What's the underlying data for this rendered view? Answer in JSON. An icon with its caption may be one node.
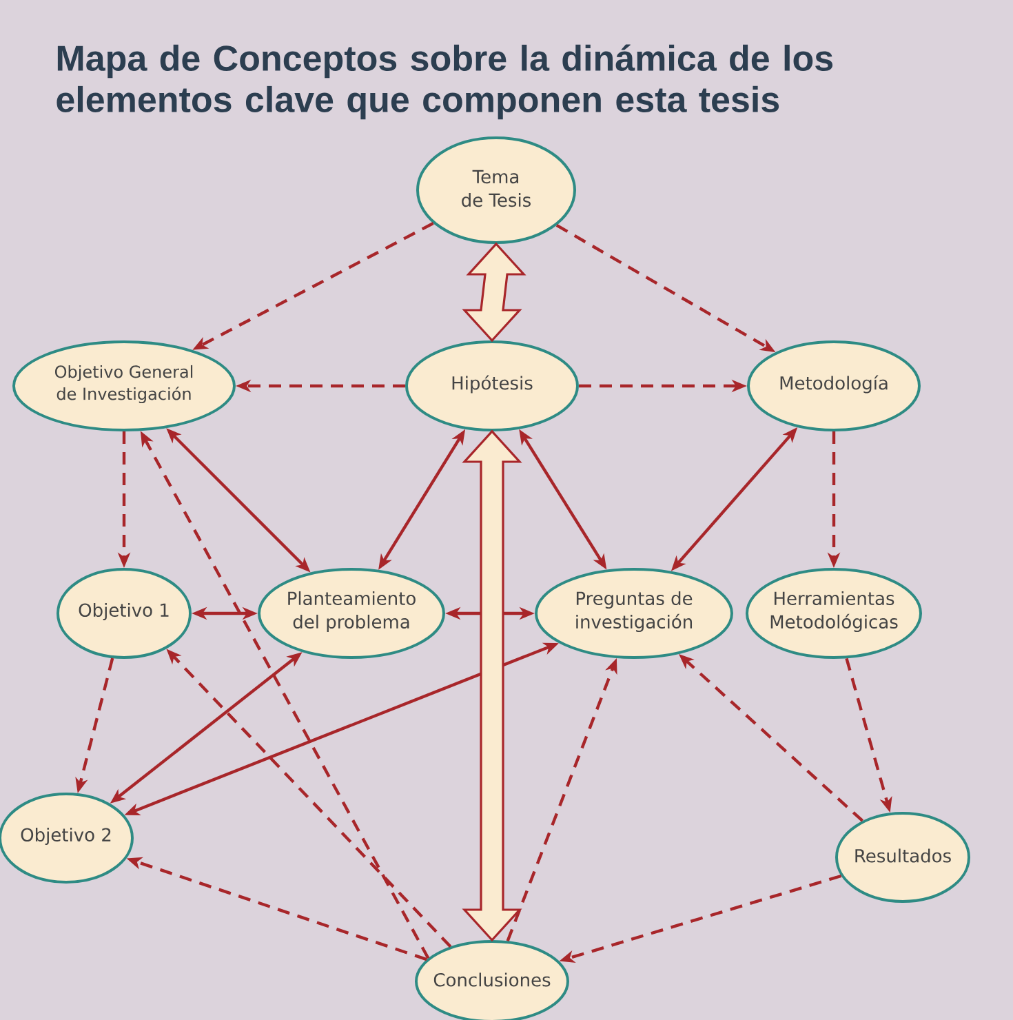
{
  "diagram": {
    "title": "Mapa de Conceptos sobre la dinámica de los elementos clave que componen esta tesis",
    "nodes": [
      {
        "text": [
          "Tema de Tesis"
        ]
      },
      {
        "text": [
          "Objetivo General de Investigación"
        ]
      },
      {
        "text": [
          "Hipótesis"
        ]
      },
      {
        "text": [
          "Metodología"
        ]
      },
      {
        "text": [
          "Objetivo 1"
        ]
      },
      {
        "text": [
          "Planteamiento del problema"
        ]
      },
      {
        "text": [
          "Preguntas de investigación"
        ]
      },
      {
        "text": [
          "Herramientas Metodológicas"
        ]
      },
      {
        "text": [
          "Objetivo 2"
        ]
      },
      {
        "text": [
          "Resultados"
        ]
      },
      {
        "text": [
          "Conclusiones"
        ]
      }
    ],
    "edges": [
      {
        "from": 0,
        "to": 1,
        "arrow": "to",
        "style": "dashed"
      },
      {
        "from": 0,
        "to": 3,
        "arrow": "to",
        "style": "dashed"
      },
      {
        "from": 0,
        "to": 2,
        "arrow": "both",
        "style": "thick"
      },
      {
        "from": 2,
        "to": 1,
        "arrow": "to",
        "style": "dashed"
      },
      {
        "from": 2,
        "to": 3,
        "arrow": "to",
        "style": "dashed"
      },
      {
        "from": 1,
        "to": 4,
        "arrow": "to",
        "style": "dashed"
      },
      {
        "from": 1,
        "to": 5,
        "arrow": "both"
      },
      {
        "from": 2,
        "to": 5,
        "arrow": "both"
      },
      {
        "from": 2,
        "to": 6,
        "arrow": "both"
      },
      {
        "from": 3,
        "to": 6,
        "arrow": "both"
      },
      {
        "from": 3,
        "to": 7,
        "arrow": "to",
        "style": "dashed"
      },
      {
        "from": 4,
        "to": 5,
        "arrow": "both"
      },
      {
        "from": 5,
        "to": 6,
        "arrow": "both"
      },
      {
        "from": 5,
        "to": 8,
        "arrow": "both"
      },
      {
        "from": 6,
        "to": 8,
        "arrow": "both"
      },
      {
        "from": 4,
        "to": 8,
        "arrow": "to",
        "style": "dashed"
      },
      {
        "from": 10,
        "to": 1,
        "arrow": "to",
        "style": "dashed"
      },
      {
        "from": 10,
        "to": 4,
        "arrow": "to",
        "style": "dashed"
      },
      {
        "from": 10,
        "to": 8,
        "arrow": "to",
        "style": "dashed"
      },
      {
        "from": 10,
        "to": 6,
        "arrow": "to",
        "style": "dashed"
      },
      {
        "from": 10,
        "to": 2,
        "arrow": "both",
        "style": "thick"
      },
      {
        "from": 7,
        "to": 9,
        "arrow": "to",
        "style": "dashed"
      },
      {
        "from": 9,
        "to": 6,
        "arrow": "to",
        "style": "dashed"
      },
      {
        "from": 9,
        "to": 10,
        "arrow": "to",
        "style": "dashed"
      }
    ]
  }
}
